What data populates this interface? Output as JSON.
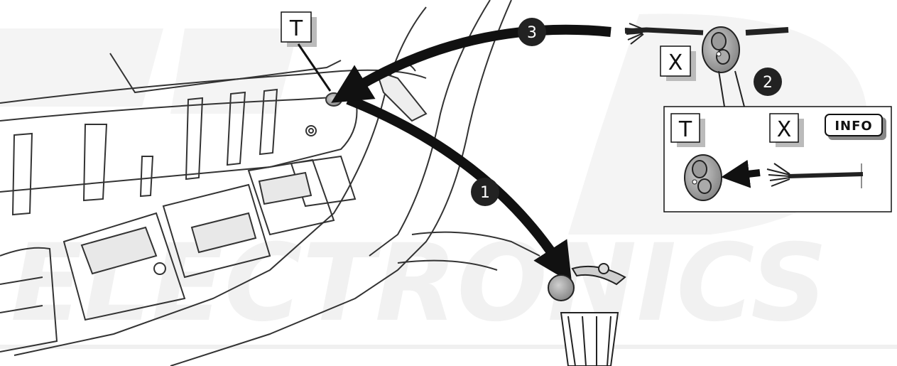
{
  "watermark": {
    "text": "ELECTRONICS"
  },
  "labels": {
    "t_top": "T",
    "x_top": "X",
    "t_detail": "T",
    "x_detail": "X",
    "info": "INFO"
  },
  "steps": {
    "one": "1",
    "two": "2",
    "three": "3"
  }
}
